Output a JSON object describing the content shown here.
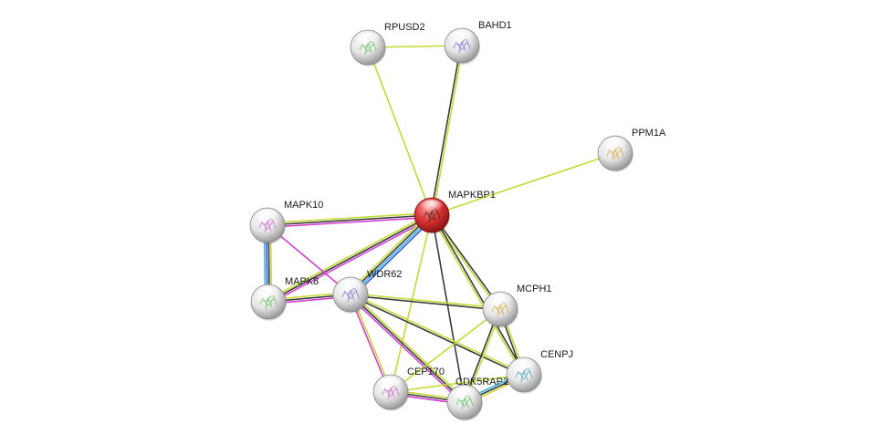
{
  "nodes": [
    {
      "id": "RPUSD2",
      "label": "RPUSD2",
      "color": "#e8e8e8",
      "icon": "protein-structure-icon"
    },
    {
      "id": "BAHD1",
      "label": "BAHD1",
      "color": "#e8e8e8",
      "icon": "protein-structure-icon"
    },
    {
      "id": "PPM1A",
      "label": "PPM1A",
      "color": "#e8e8e8",
      "icon": "protein-structure-icon"
    },
    {
      "id": "MAPKBP1",
      "label": "MAPKBP1",
      "color": "#d42a2a",
      "icon": "protein-structure-icon",
      "query": true
    },
    {
      "id": "MAPK10",
      "label": "MAPK10",
      "color": "#e8e8e8",
      "icon": "protein-structure-icon"
    },
    {
      "id": "MAPK8",
      "label": "MAPK8",
      "color": "#e8e8e8",
      "icon": "protein-structure-icon"
    },
    {
      "id": "WDR62",
      "label": "WDR62",
      "color": "#e8e8e8",
      "icon": "protein-structure-icon"
    },
    {
      "id": "MCPH1",
      "label": "MCPH1",
      "color": "#e8e8e8",
      "icon": "protein-structure-icon"
    },
    {
      "id": "CENPJ",
      "label": "CENPJ",
      "color": "#e8e8e8",
      "icon": "protein-structure-icon"
    },
    {
      "id": "CEP170",
      "label": "CEP170",
      "color": "#e8e8e8",
      "icon": "protein-structure-icon"
    },
    {
      "id": "CDK5RAP2",
      "label": "CDK5RAP2",
      "color": "#e8e8e8",
      "icon": "protein-structure-icon"
    }
  ],
  "edge_colors": {
    "textmining": "#c6d933",
    "coexpression": "#3a3a3a",
    "experiments": "#d63fd6",
    "databases": "#39b4e6",
    "homology": "#3a56d9",
    "cooccurrence": "#1a1acc"
  },
  "edges": [
    {
      "from": "RPUSD2",
      "to": "BAHD1",
      "evidence": [
        "textmining"
      ]
    },
    {
      "from": "RPUSD2",
      "to": "MAPKBP1",
      "evidence": [
        "textmining"
      ]
    },
    {
      "from": "BAHD1",
      "to": "MAPKBP1",
      "evidence": [
        "textmining",
        "coexpression"
      ]
    },
    {
      "from": "PPM1A",
      "to": "MAPKBP1",
      "evidence": [
        "textmining"
      ]
    },
    {
      "from": "MAPK10",
      "to": "MAPKBP1",
      "evidence": [
        "textmining",
        "coexpression",
        "experiments"
      ]
    },
    {
      "from": "MAPK8",
      "to": "MAPKBP1",
      "evidence": [
        "textmining",
        "coexpression",
        "experiments"
      ]
    },
    {
      "from": "WDR62",
      "to": "MAPKBP1",
      "evidence": [
        "textmining",
        "coexpression",
        "databases",
        "homology"
      ]
    },
    {
      "from": "MCPH1",
      "to": "MAPKBP1",
      "evidence": [
        "textmining",
        "coexpression"
      ]
    },
    {
      "from": "CENPJ",
      "to": "MAPKBP1",
      "evidence": [
        "textmining",
        "coexpression"
      ]
    },
    {
      "from": "CEP170",
      "to": "MAPKBP1",
      "evidence": [
        "textmining"
      ]
    },
    {
      "from": "CDK5RAP2",
      "to": "MAPKBP1",
      "evidence": [
        "coexpression"
      ]
    },
    {
      "from": "MAPK10",
      "to": "MAPK8",
      "evidence": [
        "textmining",
        "coexpression",
        "homology",
        "databases"
      ]
    },
    {
      "from": "MAPK10",
      "to": "WDR62",
      "evidence": [
        "experiments"
      ]
    },
    {
      "from": "MAPK8",
      "to": "WDR62",
      "evidence": [
        "textmining",
        "coexpression",
        "experiments"
      ]
    },
    {
      "from": "WDR62",
      "to": "MCPH1",
      "evidence": [
        "textmining",
        "coexpression"
      ]
    },
    {
      "from": "WDR62",
      "to": "CENPJ",
      "evidence": [
        "textmining",
        "coexpression"
      ]
    },
    {
      "from": "WDR62",
      "to": "CEP170",
      "evidence": [
        "textmining",
        "experiments"
      ]
    },
    {
      "from": "WDR62",
      "to": "CDK5RAP2",
      "evidence": [
        "textmining",
        "coexpression",
        "experiments"
      ]
    },
    {
      "from": "MCPH1",
      "to": "CENPJ",
      "evidence": [
        "textmining",
        "coexpression"
      ]
    },
    {
      "from": "MCPH1",
      "to": "CDK5RAP2",
      "evidence": [
        "textmining",
        "coexpression"
      ]
    },
    {
      "from": "MCPH1",
      "to": "CEP170",
      "evidence": [
        "textmining"
      ]
    },
    {
      "from": "CENPJ",
      "to": "CDK5RAP2",
      "evidence": [
        "textmining",
        "coexpression",
        "databases"
      ]
    },
    {
      "from": "CENPJ",
      "to": "CEP170",
      "evidence": [
        "textmining"
      ]
    },
    {
      "from": "CEP170",
      "to": "CDK5RAP2",
      "evidence": [
        "textmining",
        "coexpression",
        "experiments"
      ]
    }
  ]
}
